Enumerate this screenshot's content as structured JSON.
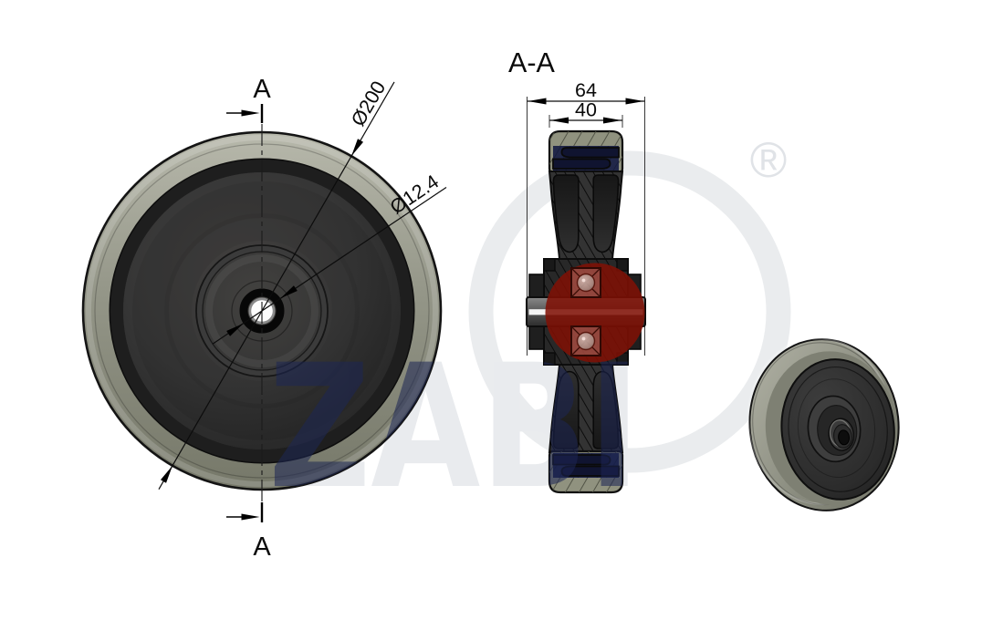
{
  "drawing": {
    "section_title": "A-A",
    "section_marker_top": "A",
    "section_marker_bottom": "A",
    "dimensions": {
      "outer_diameter": "Ø200",
      "bore_diameter": "Ø12.4",
      "overall_width": "64",
      "hub_width": "40"
    },
    "watermark": {
      "text": "ZABI",
      "registered_symbol": "®",
      "navy_color": "#1d2754",
      "light_color": "#e9ebee",
      "ring_color": "#eaecee"
    },
    "colors": {
      "background": "#ffffff",
      "tread_grey": "#8f9184",
      "core_dark": "#2e2e2e",
      "hub_red_highlight": "#7f1005",
      "tire_seat_navy": "#212749",
      "line_black": "#111111"
    }
  }
}
